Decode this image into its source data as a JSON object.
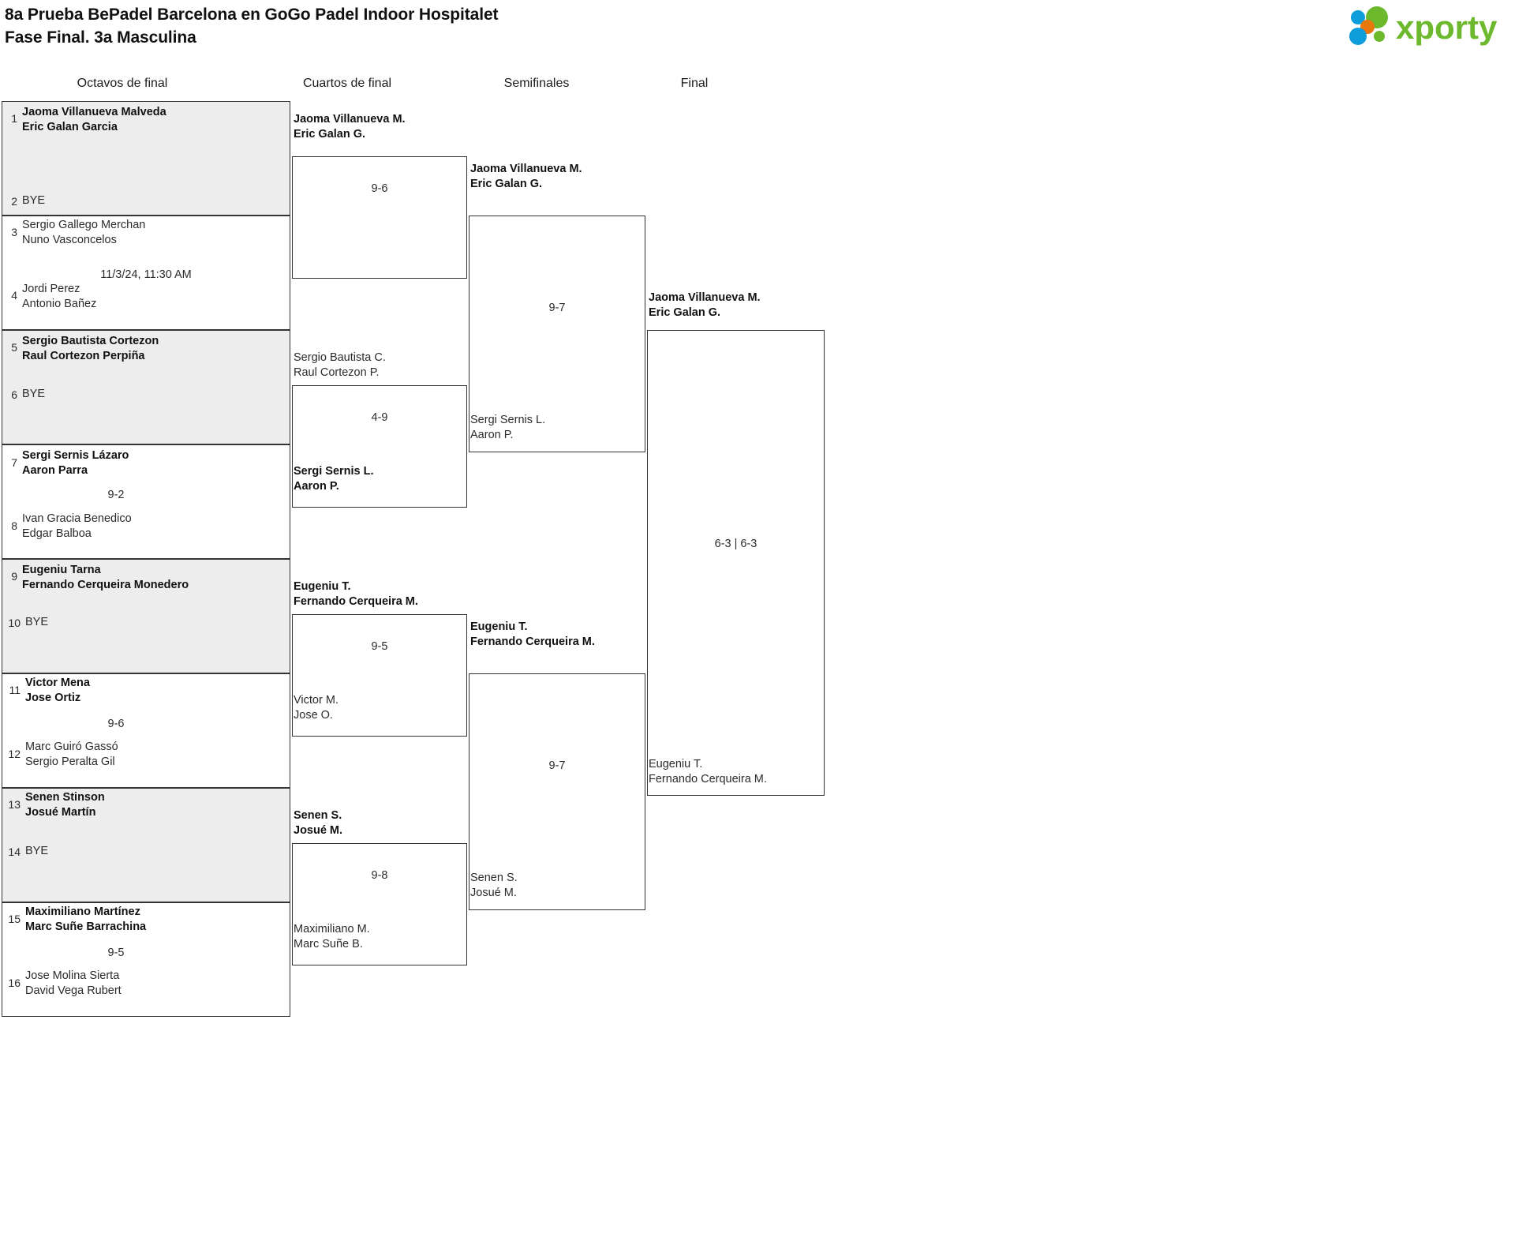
{
  "header": {
    "title_line1": "8a Prueba BePadel Barcelona en GoGo Padel Indoor Hospitalet",
    "title_line2": "Fase Final. 3a Masculina"
  },
  "brand": {
    "name": "xporty",
    "text_color": "#6cb92e",
    "dot_blue": "#0d9ddb",
    "dot_orange": "#e8780c",
    "dot_green": "#6cb92e"
  },
  "rounds": [
    {
      "id": "r16",
      "label": "Octavos de final"
    },
    {
      "id": "qf",
      "label": "Cuartos de final"
    },
    {
      "id": "sf",
      "label": "Semifinales"
    },
    {
      "id": "f",
      "label": "Final"
    }
  ],
  "round_of_16": {
    "entries": [
      {
        "seed": "1",
        "line1": "Jaoma Villanueva Malveda",
        "line2": "Eric Galan Garcia",
        "winner": true,
        "shaded": true
      },
      {
        "seed": "2",
        "line1": "BYE",
        "line2": "",
        "winner": false,
        "shaded": true
      },
      {
        "seed": "3",
        "line1": "Sergio Gallego Merchan",
        "line2": "Nuno Vasconcelos",
        "winner": false,
        "shaded": false
      },
      {
        "seed": "4",
        "line1": "Jordi Perez",
        "line2": "Antonio Bañez",
        "winner": false,
        "shaded": false
      },
      {
        "seed": "5",
        "line1": "Sergio Bautista Cortezon",
        "line2": "Raul Cortezon Perpiña",
        "winner": true,
        "shaded": true
      },
      {
        "seed": "6",
        "line1": "BYE",
        "line2": "",
        "winner": false,
        "shaded": true
      },
      {
        "seed": "7",
        "line1": "Sergi Sernis Lázaro",
        "line2": "Aaron Parra",
        "winner": true,
        "shaded": false
      },
      {
        "seed": "8",
        "line1": "Ivan Gracia Benedico",
        "line2": "Edgar Balboa",
        "winner": false,
        "shaded": false
      },
      {
        "seed": "9",
        "line1": "Eugeniu Tarna",
        "line2": "Fernando Cerqueira Monedero",
        "winner": true,
        "shaded": true
      },
      {
        "seed": "10",
        "line1": "BYE",
        "line2": "",
        "winner": false,
        "shaded": true
      },
      {
        "seed": "11",
        "line1": "Victor Mena",
        "line2": "Jose Ortiz",
        "winner": true,
        "shaded": false
      },
      {
        "seed": "12",
        "line1": "Marc Guiró Gassó",
        "line2": "Sergio Peralta Gil",
        "winner": false,
        "shaded": false
      },
      {
        "seed": "13",
        "line1": "Senen Stinson",
        "line2": "Josué Martín",
        "winner": true,
        "shaded": true
      },
      {
        "seed": "14",
        "line1": "BYE",
        "line2": "",
        "winner": false,
        "shaded": true
      },
      {
        "seed": "15",
        "line1": "Maximiliano Martínez",
        "line2": "Marc Suñe Barrachina",
        "winner": true,
        "shaded": false
      },
      {
        "seed": "16",
        "line1": "Jose Molina Sierta",
        "line2": "David Vega Rubert",
        "winner": false,
        "shaded": false
      }
    ],
    "match_labels": [
      "",
      "11/3/24, 11:30 AM",
      "",
      "9-2",
      "",
      "9-6",
      "",
      "9-5"
    ]
  },
  "quarter_finals": {
    "slots": [
      {
        "line1": "Jaoma Villanueva M.",
        "line2": "Eric Galan G.",
        "winner": true
      },
      {
        "line1": "Sergio Bautista C.",
        "line2": "Raul Cortezon P.",
        "winner": false
      },
      {
        "line1": "Sergi Sernis L.",
        "line2": "Aaron P.",
        "winner": true
      },
      {
        "line1": "Eugeniu T.",
        "line2": "Fernando Cerqueira M.",
        "winner": true
      },
      {
        "line1": "Victor M.",
        "line2": "Jose O.",
        "winner": false
      },
      {
        "line1": "Senen S.",
        "line2": "Josué M.",
        "winner": true
      },
      {
        "line1": "Maximiliano M.",
        "line2": "Marc Suñe B.",
        "winner": false
      }
    ],
    "scores": [
      "9-6",
      "4-9",
      "9-5",
      "9-8"
    ]
  },
  "semi_finals": {
    "slots": [
      {
        "line1": "Jaoma Villanueva M.",
        "line2": "Eric Galan G.",
        "winner": true
      },
      {
        "line1": "Sergi Sernis L.",
        "line2": "Aaron P.",
        "winner": false
      },
      {
        "line1": "Eugeniu T.",
        "line2": "Fernando Cerqueira M.",
        "winner": true
      },
      {
        "line1": "Senen S.",
        "line2": "Josué M.",
        "winner": false
      }
    ],
    "scores": [
      "9-7",
      "9-7"
    ]
  },
  "final": {
    "slots": [
      {
        "line1": "Jaoma Villanueva M.",
        "line2": "Eric Galan G.",
        "winner": true
      },
      {
        "line1": "Eugeniu T.",
        "line2": "Fernando Cerqueira M.",
        "winner": false
      }
    ],
    "score": "6-3 | 6-3"
  }
}
